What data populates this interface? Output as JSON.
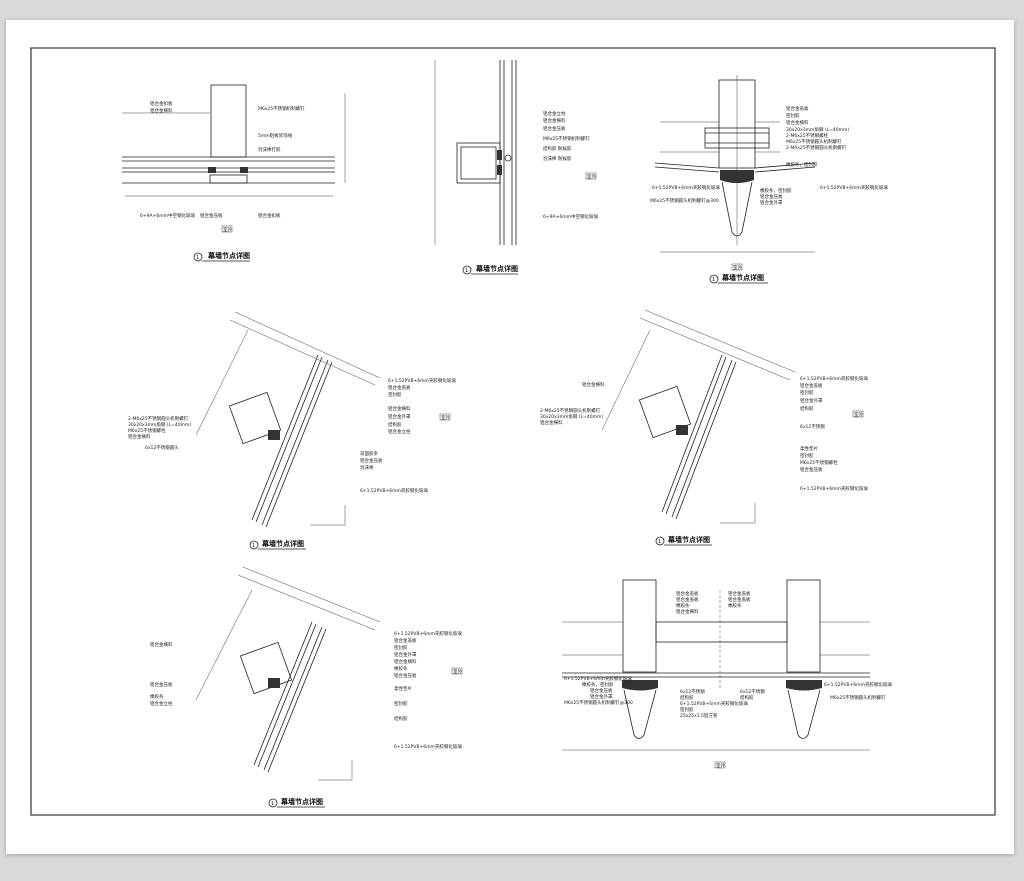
{
  "sheet": {
    "title": "幕墙节点详图"
  },
  "details": [
    {
      "num": "1",
      "title": "幕墙节点详图",
      "side": "室外",
      "labels": [
        "铝合金扣板",
        "铝合金横料",
        "M6x25不锈钢机制螺钉",
        "5mm铝板装饰线",
        "泡沫棒打胶",
        "6+9A+6mm中空钢化玻璃",
        "铝合金压板",
        "铝合金扣板"
      ]
    },
    {
      "num": "1",
      "title": "幕墙节点详图",
      "side": "室外",
      "labels": [
        "铝合金立柱",
        "铝合金横料",
        "铝合金压板",
        "M6x25不锈钢机制螺钉",
        "结构胶 耐候胶",
        "泡沫棒 耐候胶",
        "6+9A+6mm中空钢化玻璃"
      ]
    },
    {
      "num": "1",
      "title": "幕墙节点详图",
      "side": "室外",
      "labels": [
        "铝合金盖板",
        "密封胶",
        "铝合金横料",
        "30x20x3mm角钢 (L=40mm)",
        "2-M6x25不锈钢螺栓",
        "M6x25不锈钢圆头机制螺钉",
        "2-M6x25不锈钢圆头机制螺钉",
        "橡胶条，密封胶",
        "6+1.52PVB+6mm夹胶钢化玻璃",
        "M6x25不锈钢圆头机制螺钉@300",
        "橡胶条，密封胶",
        "铝合金压板",
        "铝合金外罩",
        "6+1.52PVB+6mm夹胶钢化玻璃"
      ]
    },
    {
      "num": "1",
      "title": "幕墙节点详图",
      "side": "室外",
      "labels": [
        "6+1.52PVB+6mm夹胶钢化玻璃",
        "铝合金盖板",
        "密封胶",
        "铝合金横料",
        "铝合金外罩",
        "结构胶",
        "铝合金立柱",
        "2-M6x25不锈钢圆头机制螺钉",
        "30x20x3mm角钢 (L=40mm)",
        "M6x25不锈钢螺栓",
        "铝合金横料",
        "6x12不锈钢圆头",
        "双面胶条",
        "铝合金压板",
        "泡沫棒",
        "6+1.52PVB+6mm夹胶钢化玻璃"
      ]
    },
    {
      "num": "1",
      "title": "幕墙节点详图",
      "side": "室外",
      "labels": [
        "6+1.52PVB+6mm夹胶钢化玻璃",
        "铝合金盖板",
        "密封胶",
        "铝合金外罩",
        "结构胶",
        "6x12不锈钢",
        "铝合金横料",
        "2-M6x25不锈钢圆头机制螺钉",
        "30x20x3mm角钢 (L=40mm)",
        "铝合金横料",
        "柔性垫片",
        "密封胶",
        "M6x25不锈钢螺栓",
        "铝合金压板",
        "6+1.52PVB+6mm夹胶钢化玻璃"
      ]
    },
    {
      "num": "1",
      "title": "幕墙节点详图",
      "side": "室外",
      "labels": [
        "6+1.52PVB+6mm夹胶钢化玻璃",
        "铝合金盖板",
        "密封胶",
        "铝合金外罩",
        "铝合金横料",
        "橡胶条",
        "铝合金压板",
        "柔性垫片",
        "密封胶",
        "结构胶",
        "6+1.52PVB+6mm夹胶钢化玻璃",
        "铝合金横料",
        "铝合金压板",
        "橡胶条",
        "铝合金立柱"
      ]
    },
    {
      "num": "",
      "title": "",
      "side": "室外",
      "labels": [
        "铝合金盖板",
        "铝合金盖板",
        "橡胶条",
        "铝合金横料",
        "铝合金盖板",
        "铝合金盖板",
        "橡胶条",
        "6+1.52PVB+6mm夹胶钢化玻璃",
        "橡胶条，密封胶",
        "铝合金压板",
        "铝合金外罩",
        "M6x25不锈钢圆头机制螺钉@300",
        "6x12不锈钢",
        "结构胶",
        "6+1.52PVB+6mm夹胶钢化玻璃",
        "密封胶",
        "25x25x1.5铝方管",
        "6x12不锈钢",
        "结构胶",
        "6+1.52PVB+6mm夹胶钢化玻璃",
        "M6x25不锈钢圆头机制螺钉"
      ]
    }
  ]
}
